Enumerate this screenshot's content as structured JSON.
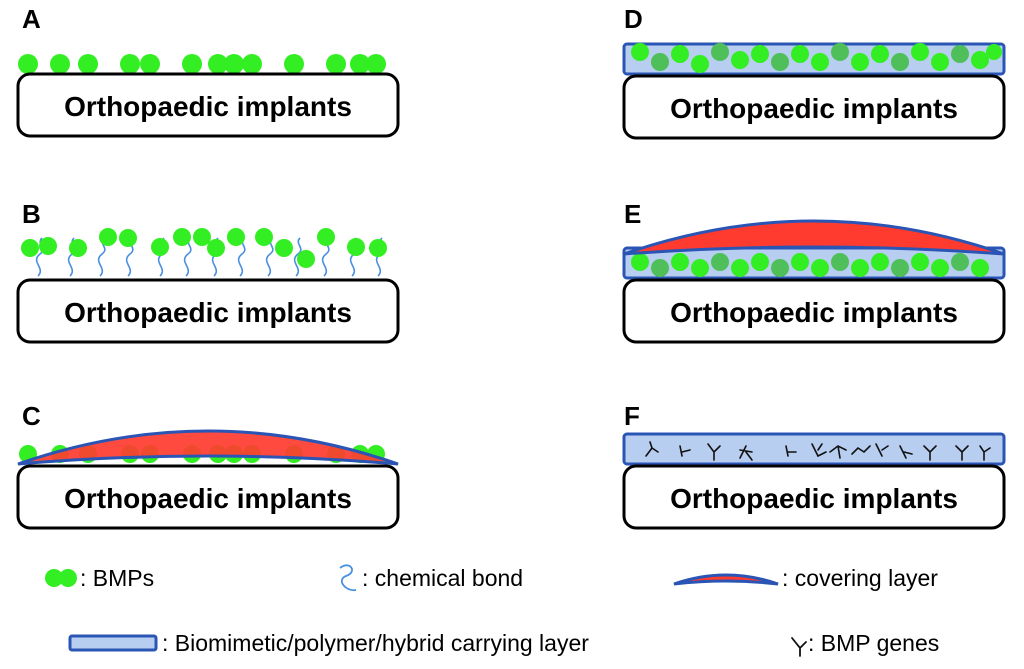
{
  "panels": [
    {
      "letter": "A",
      "implant_label": "Orthopaedic implants"
    },
    {
      "letter": "B",
      "implant_label": "Orthopaedic implants"
    },
    {
      "letter": "C",
      "implant_label": "Orthopaedic implants"
    },
    {
      "letter": "D",
      "implant_label": "Orthopaedic implants"
    },
    {
      "letter": "E",
      "implant_label": "Orthopaedic implants"
    },
    {
      "letter": "F",
      "implant_label": "Orthopaedic implants"
    }
  ],
  "legend": {
    "bmps": ": BMPs",
    "chemical_bond": ": chemical bond",
    "covering_layer": ": covering layer",
    "carrying_layer": ": Biomimetic/polymer/hybrid carrying layer",
    "bmp_genes": ": BMP genes"
  },
  "colors": {
    "bmp": "#33ee22",
    "bmp_faded": "#4fbf59",
    "bond": "#4a90e0",
    "covering_fill": "#ff3b30",
    "covering_stroke": "#2a55b5",
    "carrying_fill": "#b7cef0",
    "carrying_stroke": "#2a55b5",
    "implant_stroke": "#000000"
  }
}
